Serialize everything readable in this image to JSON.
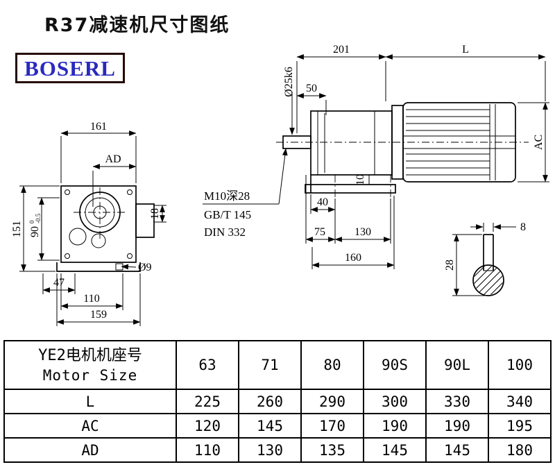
{
  "title": "R37减速机尺寸图纸",
  "brand": "BOSERL",
  "colors": {
    "brand_text": "#2a2ac0",
    "brand_border": "#250500",
    "line": "#000000"
  },
  "front_view": {
    "dim_width_top": "161",
    "dim_ad": "AD",
    "dim_height": "151",
    "dim_90": "90",
    "dim_90_tol_up": "0",
    "dim_90_tol_dn": "-0.5",
    "dim_18": "18",
    "dim_47": "47",
    "dim_110": "110",
    "dim_159": "159",
    "dim_hole": "Ø9"
  },
  "side_view": {
    "dim_201": "201",
    "dim_L": "L",
    "dim_shaft": "Ø25k6",
    "dim_50": "50",
    "thread_note": "M10深28",
    "thread_std1": "GB/T 145",
    "thread_std2": "DIN 332",
    "dim_40": "40",
    "dim_10": "10",
    "dim_75": "75",
    "dim_130": "130",
    "dim_160": "160",
    "dim_ac": "AC"
  },
  "shaft_end_view": {
    "dim_8": "8",
    "dim_28": "28"
  },
  "table": {
    "header": {
      "label_cn": "YE2电机机座号",
      "label_en": "Motor Size",
      "values": [
        "63",
        "71",
        "80",
        "90S",
        "90L",
        "100"
      ]
    },
    "rows": [
      {
        "label": "L",
        "values": [
          "225",
          "260",
          "290",
          "300",
          "330",
          "340"
        ]
      },
      {
        "label": "AC",
        "values": [
          "120",
          "145",
          "170",
          "190",
          "190",
          "195"
        ]
      },
      {
        "label": "AD",
        "values": [
          "110",
          "130",
          "135",
          "145",
          "145",
          "180"
        ]
      }
    ]
  }
}
